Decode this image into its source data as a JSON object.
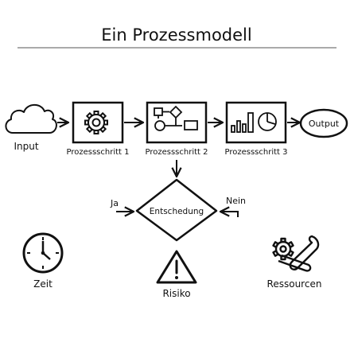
{
  "title": "Ein Prozessmodell",
  "nodes": {
    "input": "Input",
    "step1": "Prozessschritt 1",
    "step2": "Prozessschritt 2",
    "step3": "Prozessschritt 3",
    "output": "Output",
    "decision": "Entschedung",
    "yes": "Ja",
    "no": "Nein"
  },
  "legend": {
    "time": "Zeit",
    "risk": "Risiko",
    "resources": "Ressourcen"
  },
  "icons": [
    "cloud-icon",
    "gear-icon",
    "flowchart-icon",
    "chart-icon",
    "clock-icon",
    "warning-icon",
    "tools-icon"
  ]
}
